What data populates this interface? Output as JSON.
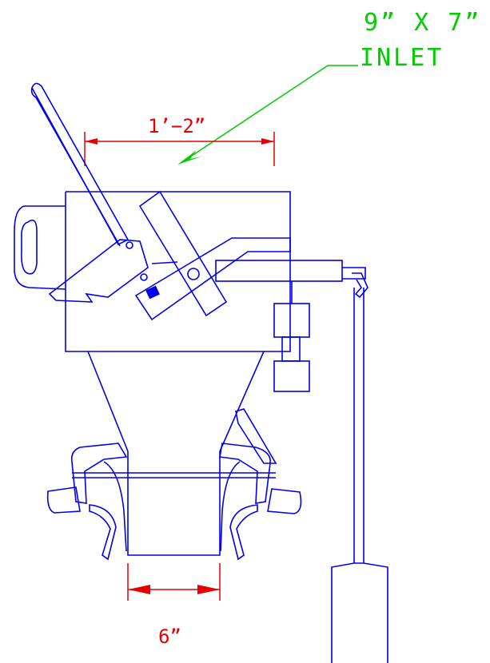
{
  "labels": {
    "inlet_size": "9” X 7”",
    "inlet": "INLET",
    "top_width": "1’−2”",
    "outlet_width": "6”"
  },
  "colors": {
    "drawing": "#0000ee",
    "dimension": "#e60000",
    "callout": "#00cc00"
  }
}
